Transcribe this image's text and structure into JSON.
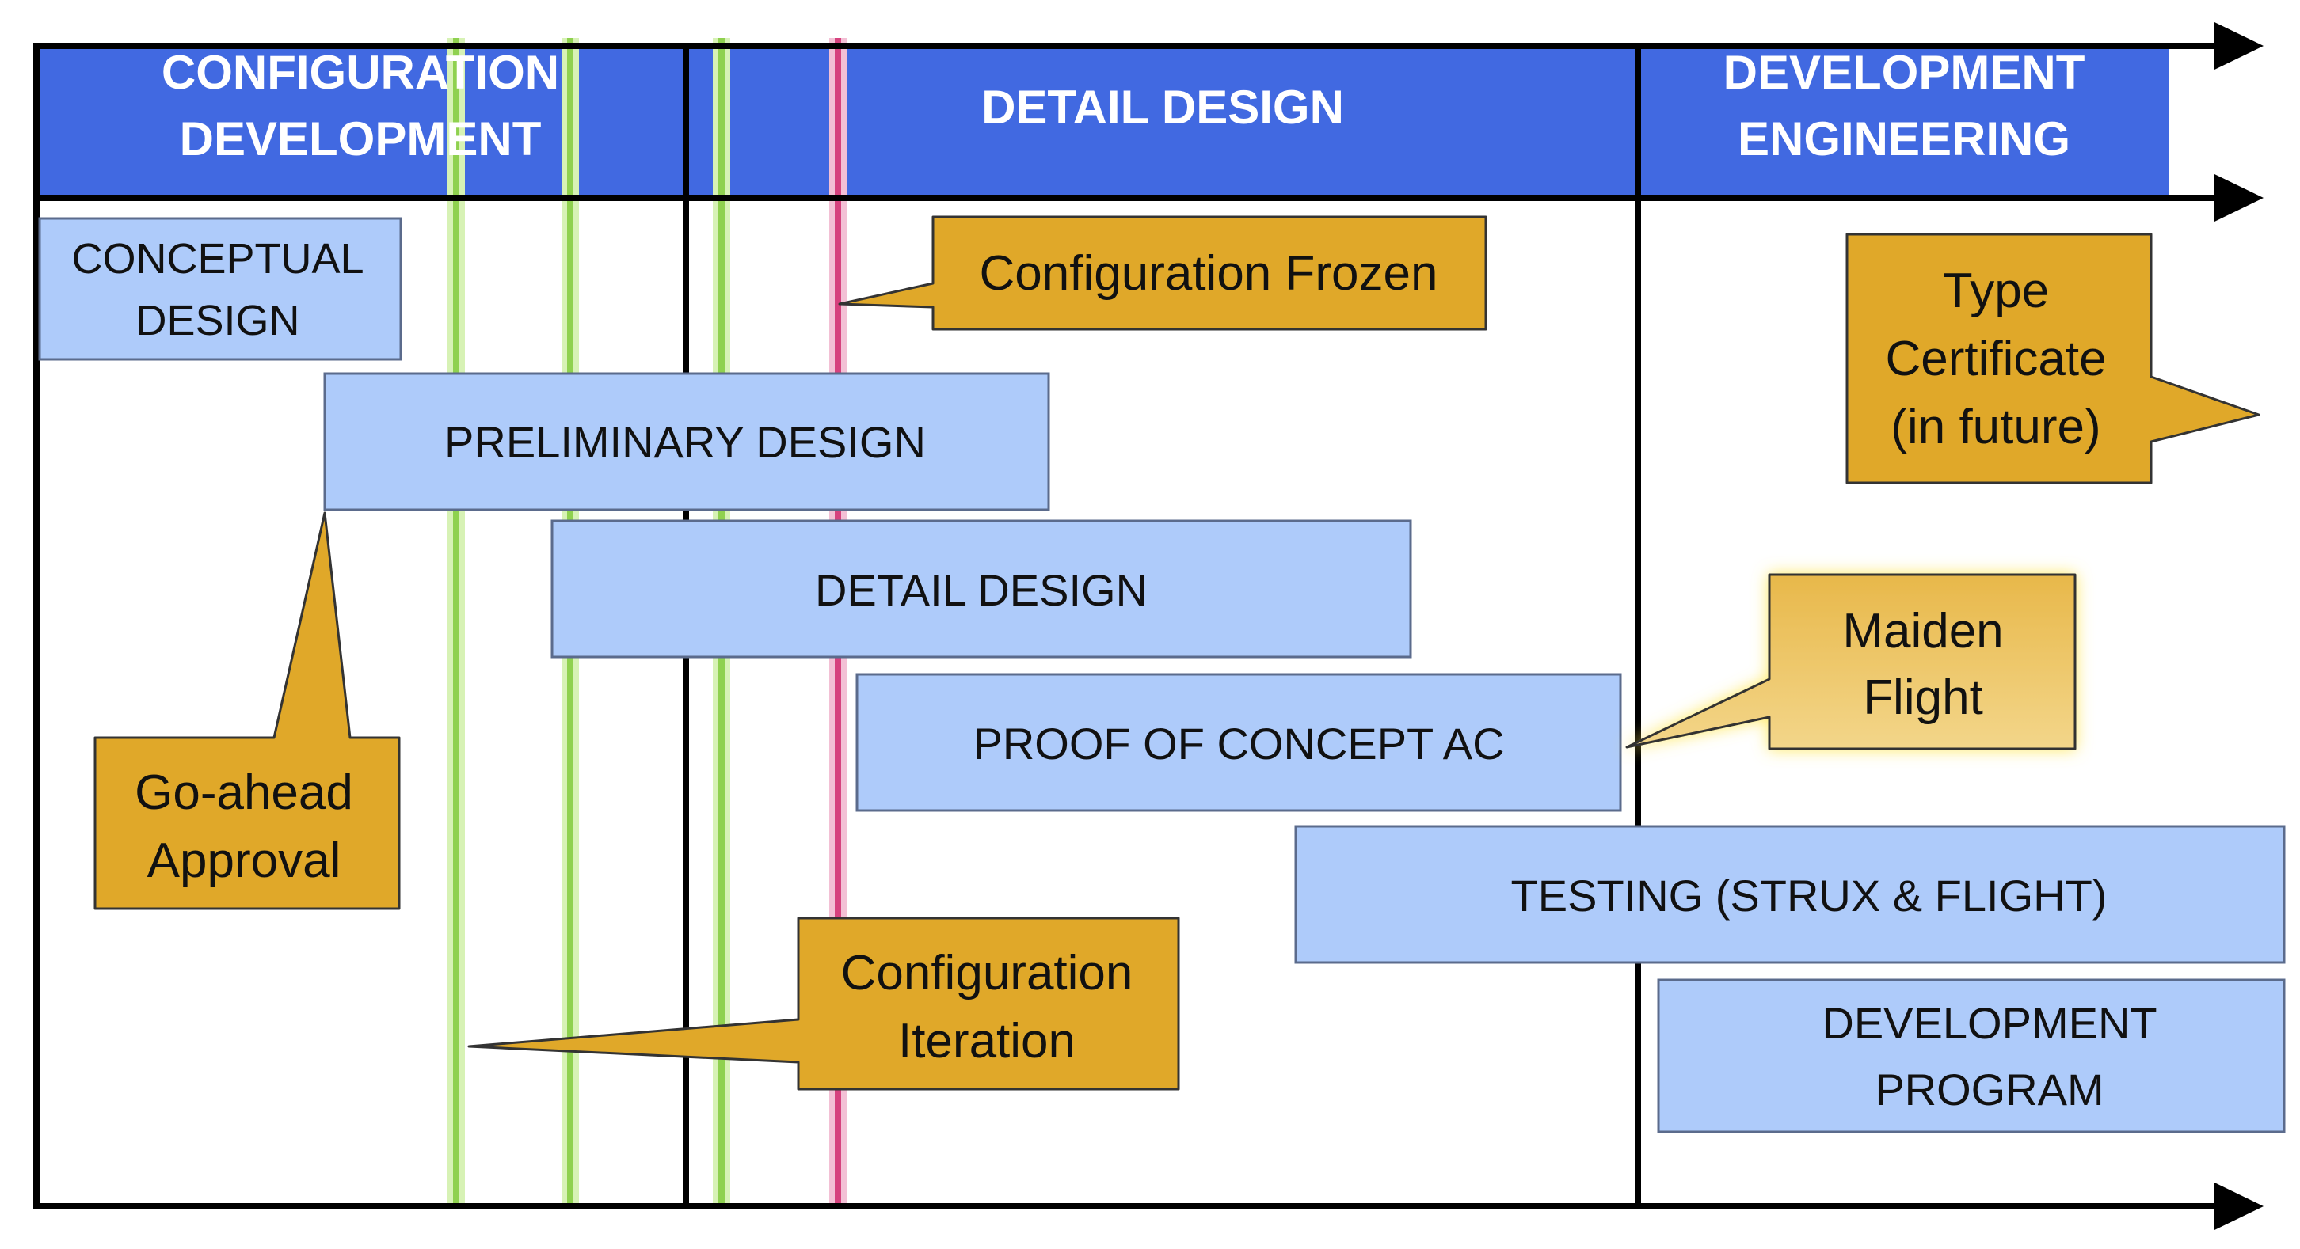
{
  "phases": [
    {
      "id": "phase-configuration-development",
      "lines": [
        "CONFIGURATION",
        "DEVELOPMENT"
      ]
    },
    {
      "id": "phase-detail-design",
      "lines": [
        "DETAIL DESIGN"
      ]
    },
    {
      "id": "phase-development-engineering",
      "lines": [
        "DEVELOPMENT",
        "ENGINEERING"
      ]
    }
  ],
  "activities": [
    {
      "id": "conceptual-design",
      "lines": [
        "CONCEPTUAL",
        "DESIGN"
      ]
    },
    {
      "id": "preliminary-design",
      "lines": [
        "PRELIMINARY DESIGN"
      ]
    },
    {
      "id": "detail-design",
      "lines": [
        "DETAIL DESIGN"
      ]
    },
    {
      "id": "proof-of-concept-ac",
      "lines": [
        "PROOF OF CONCEPT AC"
      ]
    },
    {
      "id": "testing",
      "lines": [
        "TESTING (STRUX & FLIGHT)"
      ]
    },
    {
      "id": "development-program",
      "lines": [
        "DEVELOPMENT",
        "PROGRAM"
      ]
    }
  ],
  "callouts": [
    {
      "id": "configuration-frozen",
      "lines": [
        "Configuration Frozen"
      ]
    },
    {
      "id": "type-certificate",
      "lines": [
        "Type",
        "Certificate",
        "(in future)"
      ]
    },
    {
      "id": "maiden-flight",
      "lines": [
        "Maiden",
        "Flight"
      ]
    },
    {
      "id": "go-ahead-approval",
      "lines": [
        "Go-ahead",
        "Approval"
      ]
    },
    {
      "id": "configuration-iteration",
      "lines": [
        "Configuration",
        "Iteration"
      ]
    }
  ],
  "colors": {
    "header_fill": "#4169E1",
    "header_text": "#ffffff",
    "activity_fill": "#AECBFA",
    "activity_stroke": "#5B6B8C",
    "callout_fill": "#E0A829",
    "callout_stroke": "#333333",
    "iteration_line": "#8FD14F",
    "frozen_line": "#D6427E",
    "axis": "#000000",
    "text": "#111111"
  }
}
